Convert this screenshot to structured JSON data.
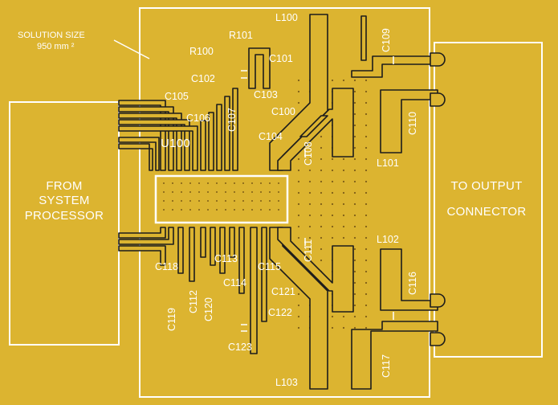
{
  "colors": {
    "board": "#dcb430",
    "trace_fill": "#dcb430",
    "trace_outline": "#1c1c1c",
    "silkscreen": "#ffffff",
    "via": "#7d5e18"
  },
  "annotations": {
    "solution_size_line1": "SOLUTION SIZE",
    "solution_size_line2": "950 mm ²",
    "input_box": [
      "FROM",
      "SYSTEM",
      "PROCESSOR"
    ],
    "output_box": [
      "TO OUTPUT",
      "CONNECTOR"
    ],
    "ic_label": "U100"
  },
  "components": [
    {
      "ref": "L100"
    },
    {
      "ref": "R101"
    },
    {
      "ref": "R100"
    },
    {
      "ref": "C101"
    },
    {
      "ref": "C102"
    },
    {
      "ref": "C103"
    },
    {
      "ref": "C105"
    },
    {
      "ref": "C106"
    },
    {
      "ref": "C107"
    },
    {
      "ref": "C100"
    },
    {
      "ref": "C104"
    },
    {
      "ref": "C108"
    },
    {
      "ref": "C109"
    },
    {
      "ref": "C110"
    },
    {
      "ref": "L101"
    },
    {
      "ref": "L102"
    },
    {
      "ref": "C111"
    },
    {
      "ref": "C116"
    },
    {
      "ref": "C118"
    },
    {
      "ref": "C113"
    },
    {
      "ref": "C115"
    },
    {
      "ref": "C114"
    },
    {
      "ref": "C112"
    },
    {
      "ref": "C120"
    },
    {
      "ref": "C121"
    },
    {
      "ref": "C119"
    },
    {
      "ref": "C122"
    },
    {
      "ref": "C123"
    },
    {
      "ref": "C117"
    },
    {
      "ref": "L103"
    }
  ]
}
